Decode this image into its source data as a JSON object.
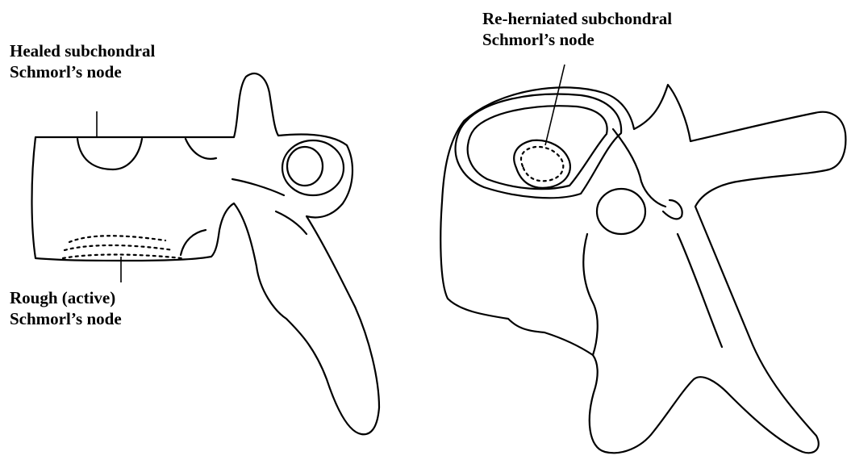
{
  "labels": {
    "healed": {
      "line1": "Healed subchondral",
      "line2": "Schmorl’s node"
    },
    "rough": {
      "line1": "Rough (active)",
      "line2": "Schmorl’s node"
    },
    "reherniated": {
      "line1": "Re-herniated subchondral",
      "line2": "Schmorl’s node"
    }
  }
}
